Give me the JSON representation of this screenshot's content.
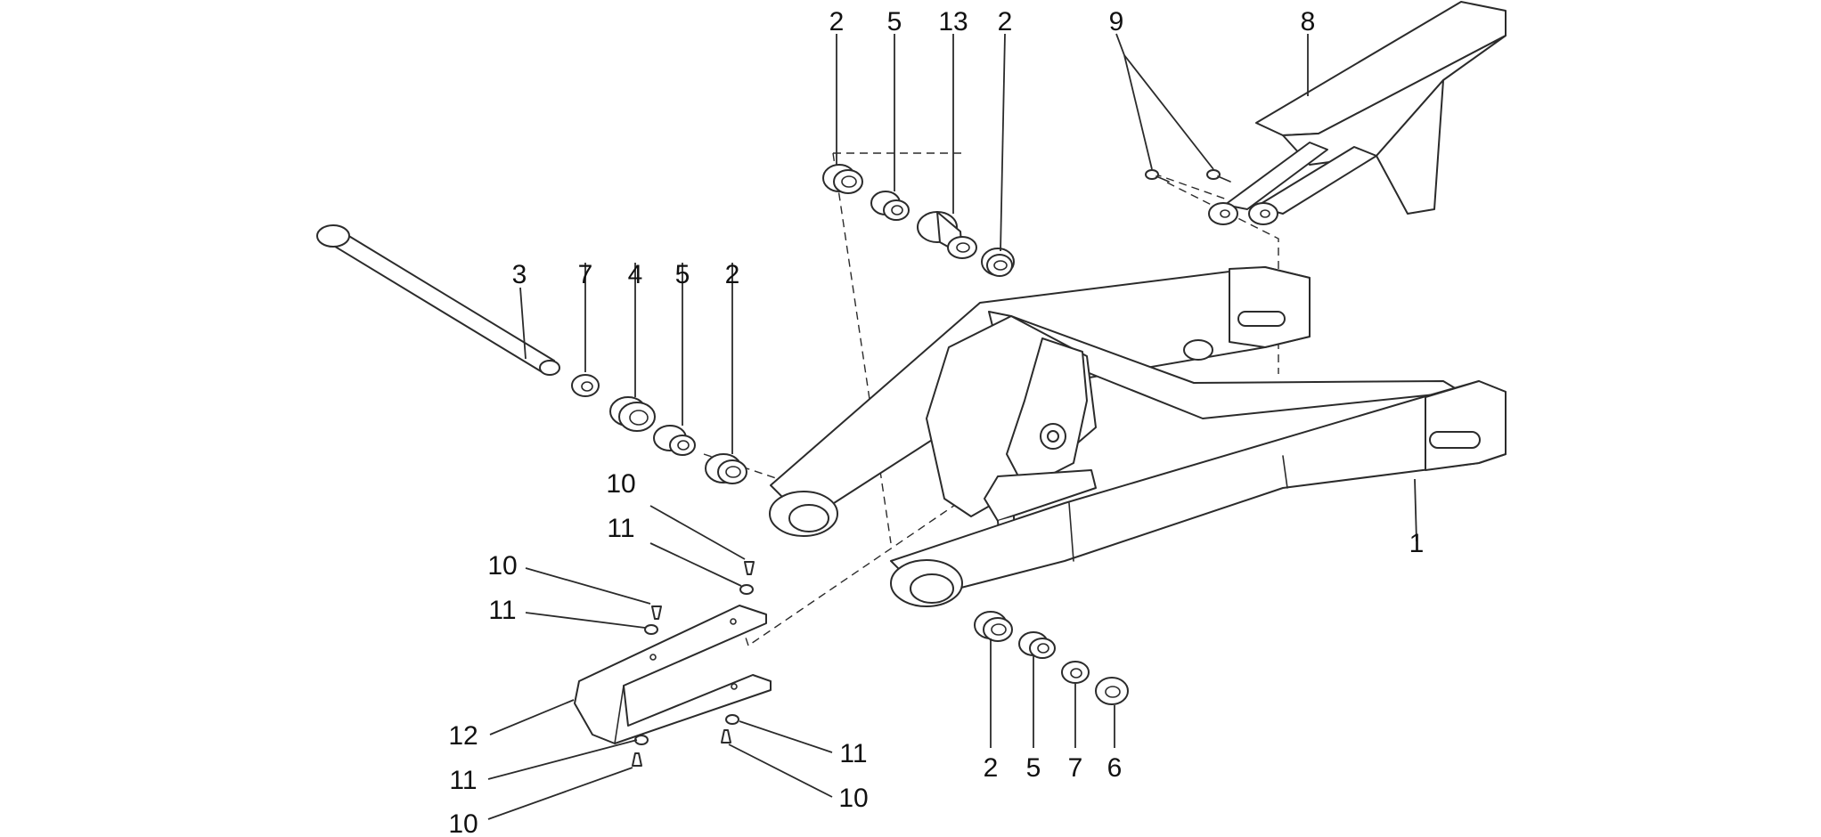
{
  "diagram": {
    "callouts": {
      "c1": "1",
      "c2a": "2",
      "c2b": "2",
      "c2c": "2",
      "c2d": "2",
      "c3": "3",
      "c4": "4",
      "c5a": "5",
      "c5b": "5",
      "c5c": "5",
      "c6": "6",
      "c7a": "7",
      "c7b": "7",
      "c8": "8",
      "c9": "9",
      "c10a": "10",
      "c10b": "10",
      "c10c": "10",
      "c10d": "10",
      "c11a": "11",
      "c11b": "11",
      "c11c": "11",
      "c11d": "11",
      "c12": "12",
      "c13": "13"
    }
  }
}
